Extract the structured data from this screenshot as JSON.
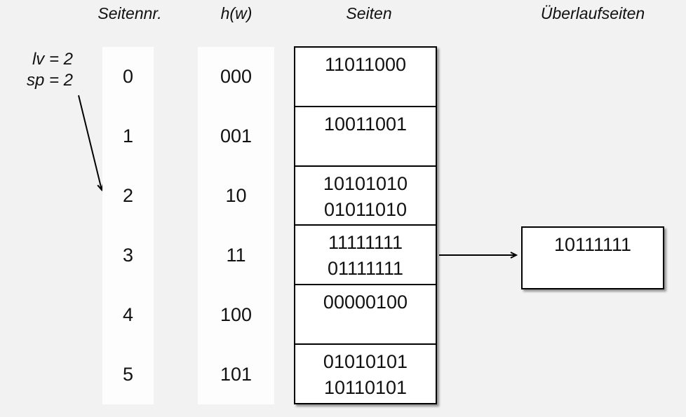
{
  "page": {
    "background": "#f2f2f2",
    "line_color": "#000000",
    "strip_color": "#fdfdfd"
  },
  "headers": {
    "seitennr": "Seitennr.",
    "hw": "h(w)",
    "seiten": "Seiten",
    "ueberlauf": "Überlaufseiten"
  },
  "annotation": {
    "line1": "lv = 2",
    "line2": "sp = 2",
    "points_to_row": "2"
  },
  "rows": [
    {
      "nr": "0",
      "hw": "000",
      "lines": [
        "11011000"
      ]
    },
    {
      "nr": "1",
      "hw": "001",
      "lines": [
        "10011001"
      ]
    },
    {
      "nr": "2",
      "hw": "10",
      "lines": [
        "10101010",
        "01011010"
      ]
    },
    {
      "nr": "3",
      "hw": "11",
      "lines": [
        "11111111",
        "01111111"
      ]
    },
    {
      "nr": "4",
      "hw": "100",
      "lines": [
        "00000100"
      ]
    },
    {
      "nr": "5",
      "hw": "101",
      "lines": [
        "01010101",
        "10110101"
      ]
    }
  ],
  "overflow": {
    "from_row": "3",
    "lines": [
      "10111111"
    ]
  }
}
